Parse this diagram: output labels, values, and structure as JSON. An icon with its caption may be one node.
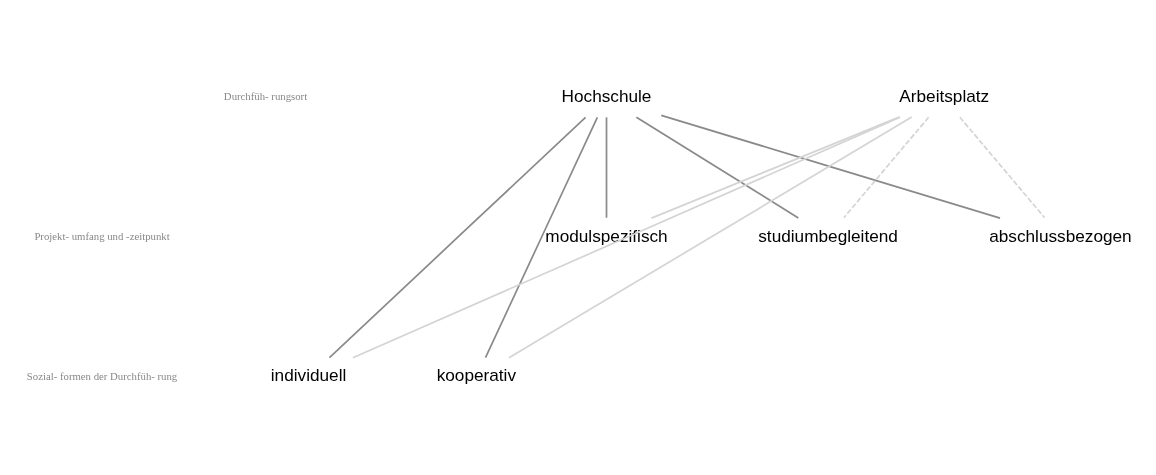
{
  "diagram": {
    "nodes": [
      {
        "text": [
          "Hochschule"
        ]
      },
      {
        "text": [
          "Arbeitsplatz"
        ]
      },
      {
        "text": [
          "modulspezifisch"
        ]
      },
      {
        "text": [
          "studiumbegleitend"
        ]
      },
      {
        "text": [
          "abschlussbezogen"
        ]
      },
      {
        "text": [
          "individuell"
        ]
      },
      {
        "text": [
          "kooperativ"
        ]
      }
    ],
    "edges": [
      {
        "from": 0,
        "to": 2,
        "arrow": "none",
        "color": "#8a8a8a"
      },
      {
        "from": 0,
        "to": 5,
        "arrow": "none",
        "color": "#8a8a8a"
      },
      {
        "from": 0,
        "to": 3,
        "arrow": "none",
        "color": "#8a8a8a"
      },
      {
        "from": 0,
        "to": 6,
        "arrow": "none",
        "color": "#8a8a8a"
      },
      {
        "from": 0,
        "to": 4,
        "arrow": "none",
        "color": "#8a8a8a"
      },
      {
        "from": 1,
        "to": 2,
        "arrow": "none",
        "color": "#d4d4d4"
      },
      {
        "from": 1,
        "to": 3,
        "arrow": "none",
        "style": "dashed",
        "color": "#d4d4d4"
      },
      {
        "from": 1,
        "to": 5,
        "arrow": "none",
        "color": "#d4d4d4"
      },
      {
        "from": 1,
        "to": 6,
        "arrow": "none",
        "color": "#d4d4d4"
      },
      {
        "from": 1,
        "to": 4,
        "arrow": "none",
        "style": "dashed",
        "color": "#d4d4d4"
      }
    ],
    "labels": [
      "Durchfüh- rungsort",
      "Projekt- umfang und -zeitpunkt",
      "Sozial- formen der Durchfüh- rung"
    ]
  }
}
